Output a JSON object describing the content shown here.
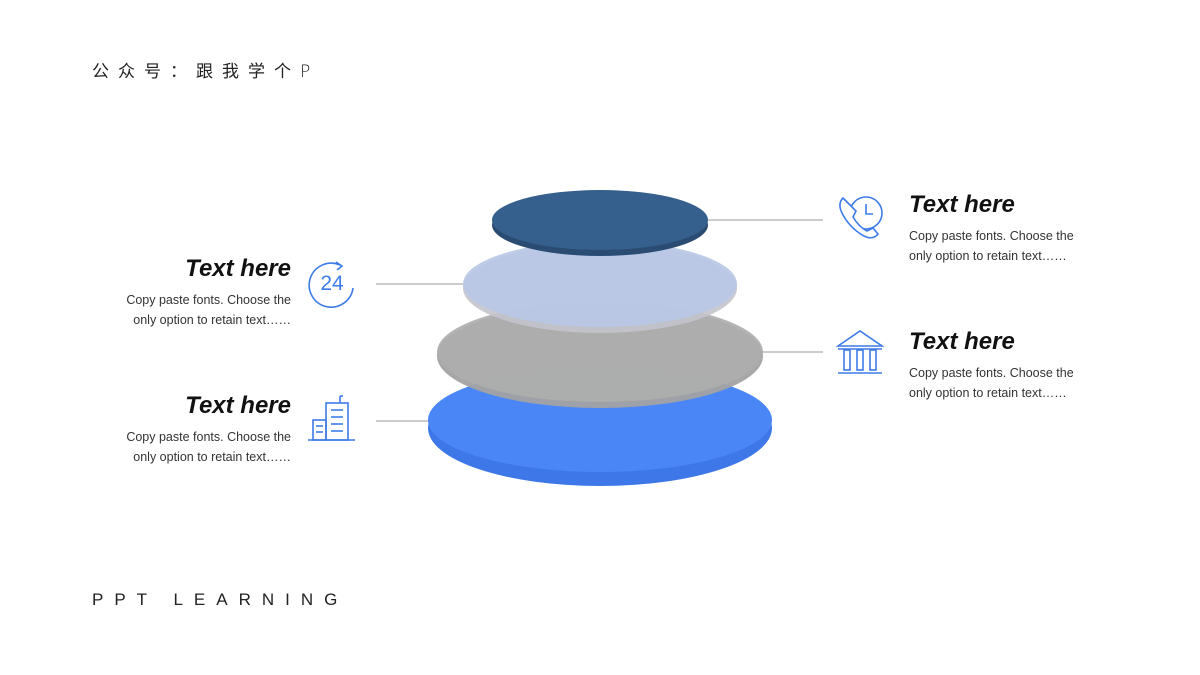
{
  "header": {
    "title": "公众号：跟我学个P"
  },
  "footer": {
    "text": "PPT LEARNING"
  },
  "items": [
    {
      "title": "Text here",
      "desc_line1": "Copy paste fonts. Choose the",
      "desc_line2": "only option to retain text……",
      "icon": "phone-clock-icon"
    },
    {
      "title": "Text here",
      "desc_line1": "Copy paste fonts. Choose the",
      "desc_line2": "only option to retain text……",
      "icon": "24-hours-icon"
    },
    {
      "title": "Text here",
      "desc_line1": "Copy paste fonts. Choose the",
      "desc_line2": "only option to retain text……",
      "icon": "bank-building-icon"
    },
    {
      "title": "Text here",
      "desc_line1": "Copy paste fonts. Choose the",
      "desc_line2": "only option to retain text……",
      "icon": "city-buildings-icon"
    }
  ],
  "icon_24_label": "24",
  "colors": {
    "layer1_top": "#355f8c",
    "layer1_side": "#2a4c72",
    "layer2": "#b8c8e6",
    "layer3": "#aeaeae",
    "layer4": "#4a86f5",
    "layer4_side": "#3e78e8",
    "icon": "#3d7be8",
    "line": "#9a9a9a"
  }
}
